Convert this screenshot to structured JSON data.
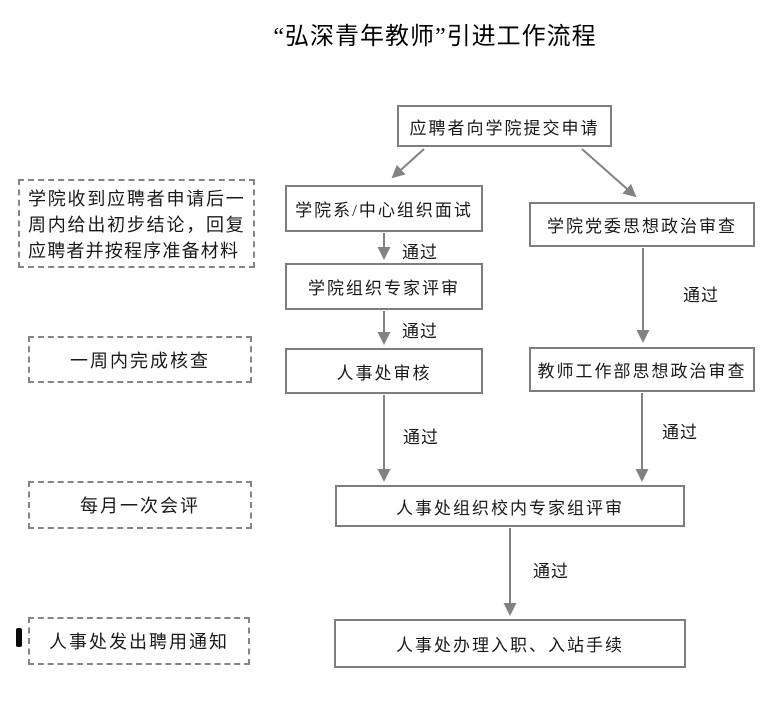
{
  "title": "“弘深青年教师”引进工作流程",
  "nodes": {
    "submit": {
      "text": "应聘者向学院提交申请"
    },
    "interview": {
      "text": "学院系/中心组织面试"
    },
    "expert_review": {
      "text": "学院组织专家评审"
    },
    "party_review": {
      "text": "学院党委思想政治审查"
    },
    "hr_check": {
      "text": "人事处审核"
    },
    "teacher_dept_review": {
      "text": "教师工作部思想政治审查"
    },
    "campus_expert_review": {
      "text": "人事处组织校内专家组评审"
    },
    "onboarding": {
      "text": "人事处办理入职、入站手续"
    }
  },
  "notes": {
    "college_reply": {
      "text": "学院收到应聘者申请后一周内给出初步结论，回复应聘者并按程序准备材料"
    },
    "one_week_check": {
      "text": "一周内完成核查"
    },
    "monthly_review": {
      "text": "每月一次会评"
    },
    "hr_notice": {
      "text": "人事处发出聘用通知"
    }
  },
  "edges": [
    {
      "from": "submit",
      "to": "interview",
      "label": ""
    },
    {
      "from": "submit",
      "to": "party_review",
      "label": ""
    },
    {
      "from": "interview",
      "to": "expert_review",
      "label": "通过"
    },
    {
      "from": "expert_review",
      "to": "hr_check",
      "label": "通过"
    },
    {
      "from": "party_review",
      "to": "teacher_dept_review",
      "label": "通过"
    },
    {
      "from": "hr_check",
      "to": "campus_expert_review",
      "label": "通过"
    },
    {
      "from": "teacher_dept_review",
      "to": "campus_expert_review",
      "label": "通过"
    },
    {
      "from": "campus_expert_review",
      "to": "onboarding",
      "label": "通过"
    }
  ],
  "colors": {
    "line": "#828282",
    "border": "#7e7e7e",
    "text": "#1a1a1a"
  }
}
